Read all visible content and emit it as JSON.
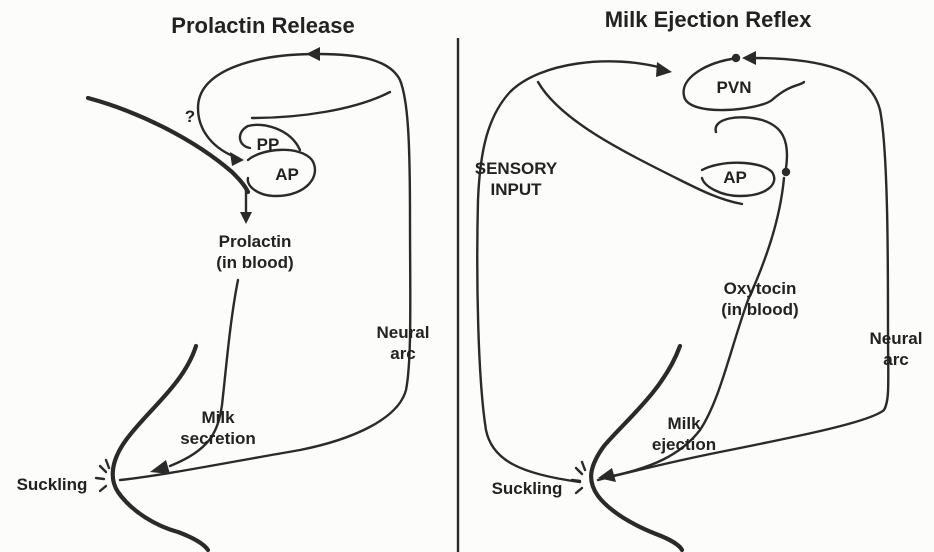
{
  "left_panel": {
    "title": "Prolactin Release",
    "question_mark": "?",
    "pp_label": "PP",
    "ap_label": "AP",
    "hormone_line1": "Prolactin",
    "hormone_line2": "(in blood)",
    "neural_arc_line1": "Neural",
    "neural_arc_line2": "arc",
    "effect_line1": "Milk",
    "effect_line2": "secretion",
    "suckling": "Suckling"
  },
  "right_panel": {
    "title": "Milk Ejection Reflex",
    "pvn_label": "PVN",
    "ap_label": "AP",
    "sensory_line1": "SENSORY",
    "sensory_line2": "INPUT",
    "hormone_line1": "Oxytocin",
    "hormone_line2": "(in blood)",
    "neural_arc_line1": "Neural",
    "neural_arc_line2": "arc",
    "effect_line1": "Milk",
    "effect_line2": "ejection",
    "suckling": "Suckling"
  }
}
